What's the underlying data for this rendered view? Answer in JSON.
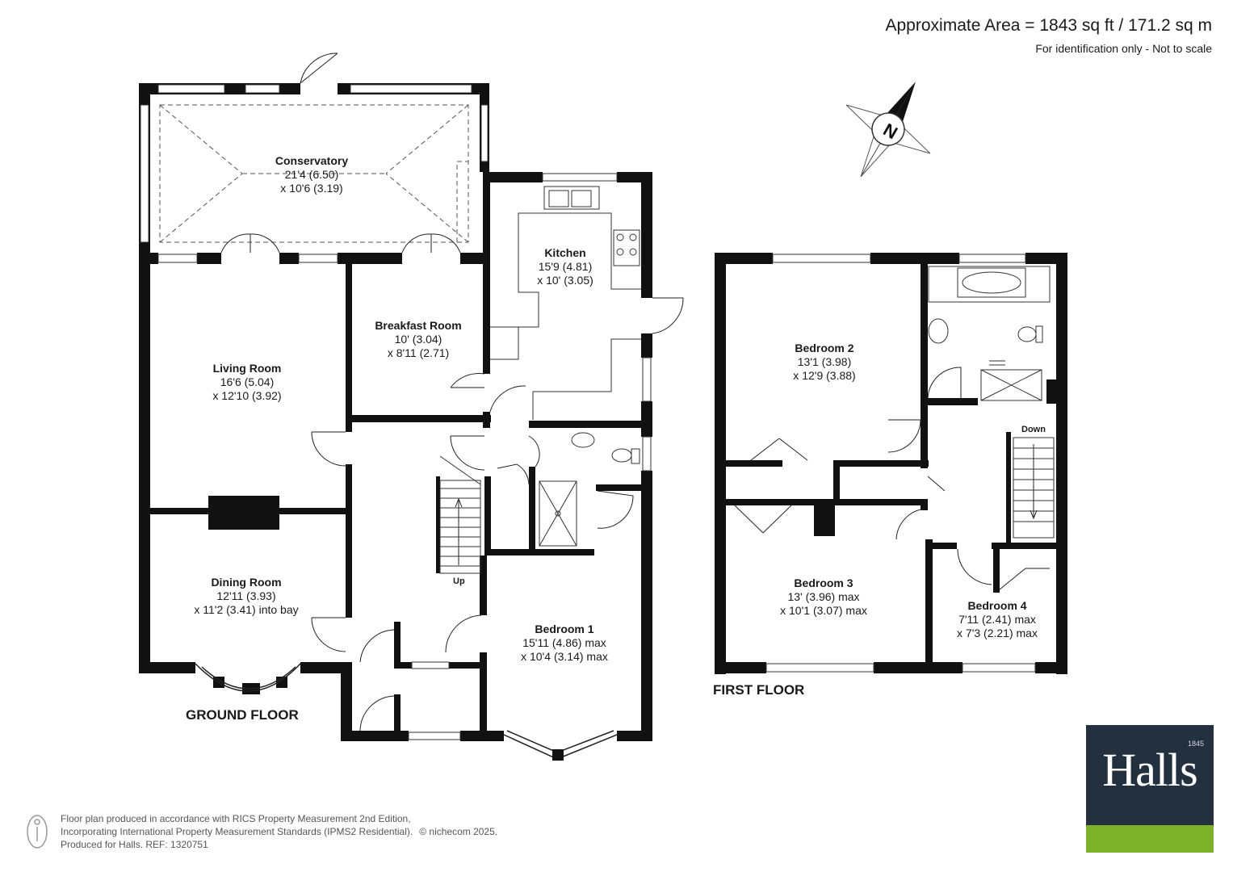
{
  "header": {
    "area": "Approximate Area = 1843 sq ft / 171.2 sq m",
    "note": "For identification only - Not to scale"
  },
  "compass": {
    "letter": "N"
  },
  "ground_floor": {
    "label": "GROUND FLOOR",
    "rooms": [
      {
        "name": "Conservatory",
        "dim1": "21'4 (6.50)",
        "dim2": "x 10'6 (3.19)"
      },
      {
        "name": "Kitchen",
        "dim1": "15'9 (4.81)",
        "dim2": "x 10' (3.05)"
      },
      {
        "name": "Breakfast Room",
        "dim1": "10' (3.04)",
        "dim2": "x 8'11 (2.71)"
      },
      {
        "name": "Living Room",
        "dim1": "16'6 (5.04)",
        "dim2": "x 12'10 (3.92)"
      },
      {
        "name": "Dining Room",
        "dim1": "12'11 (3.93)",
        "dim2": "x 11'2 (3.41) into bay"
      },
      {
        "name": "Bedroom 1",
        "dim1": "15'11 (4.86) max",
        "dim2": "x 10'4 (3.14) max"
      }
    ],
    "stairs_label": "Up"
  },
  "first_floor": {
    "label": "FIRST FLOOR",
    "rooms": [
      {
        "name": "Bedroom 2",
        "dim1": "13'1 (3.98)",
        "dim2": "x 12'9 (3.88)"
      },
      {
        "name": "Bedroom 3",
        "dim1": "13' (3.96) max",
        "dim2": "x 10'1 (3.07) max"
      },
      {
        "name": "Bedroom 4",
        "dim1": "7'11 (2.41) max",
        "dim2": "x 7'3 (2.21) max"
      }
    ],
    "stairs_label": "Down"
  },
  "footer": {
    "line1": "Floor plan produced in accordance with RICS Property Measurement 2nd Edition,",
    "line2": "Incorporating International Property Measurement Standards (IPMS2 Residential).",
    "copyright": "© nichecom 2025.",
    "line3": "Produced for Halls.   REF: 1320751"
  },
  "logo": {
    "text": "Halls",
    "year": "1845"
  },
  "colors": {
    "wall": "#111111",
    "logo_bg": "#23303f",
    "logo_bar": "#7cb22a"
  }
}
